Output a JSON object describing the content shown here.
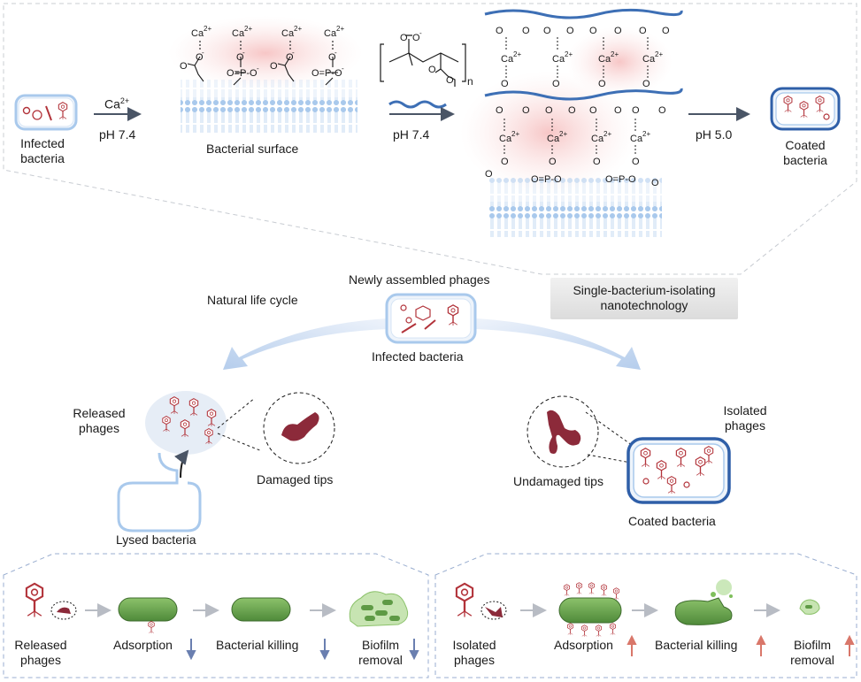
{
  "top": {
    "infected_bacteria": [
      "Infected",
      "bacteria"
    ],
    "ca_label": "Ca",
    "ca_sup": "2+",
    "ph_74_a": "pH 7.4",
    "bacterial_surface": "Bacterial surface",
    "ph_74_b": "pH 7.4",
    "ph_50": "pH 5.0",
    "coated_bacteria": [
      "Coated",
      "bacteria"
    ],
    "polymer_n": "n"
  },
  "middle": {
    "newly_assembled": "Newly assembled phages",
    "natural_life_cycle": "Natural life cycle",
    "infected_bacteria": "Infected bacteria",
    "technology": [
      "Single-bacterium-isolating",
      "nanotechnology"
    ]
  },
  "left_panel": {
    "released_phages": [
      "Released",
      "phages"
    ],
    "damaged_tips": "Damaged tips",
    "lysed_bacteria": "Lysed bacteria"
  },
  "right_panel": {
    "isolated_phages": [
      "Isolated",
      "phages"
    ],
    "undamaged_tips": "Undamaged tips",
    "coated_bacteria": "Coated bacteria"
  },
  "bottom_left": {
    "released_phages": [
      "Released",
      "phages"
    ],
    "adsorption": "Adsorption",
    "bacterial_killing": "Bacterial killing",
    "biofilm_removal": [
      "Biofilm",
      "removal"
    ]
  },
  "bottom_right": {
    "isolated_phages": [
      "Isolated",
      "phages"
    ],
    "adsorption": "Adsorption",
    "bacterial_killing": "Bacterial killing",
    "biofilm_removal": [
      "Biofilm",
      "removal"
    ]
  },
  "colors": {
    "arrow_dark": "#4a5566",
    "membrane_blue": "#a9c9ec",
    "polymer_blue": "#3d6fb5",
    "phage_red": "#b2333a",
    "bacteria_green": "#5e9a45",
    "down_arrow": "#6a7fb0",
    "up_arrow": "#d9776a"
  }
}
